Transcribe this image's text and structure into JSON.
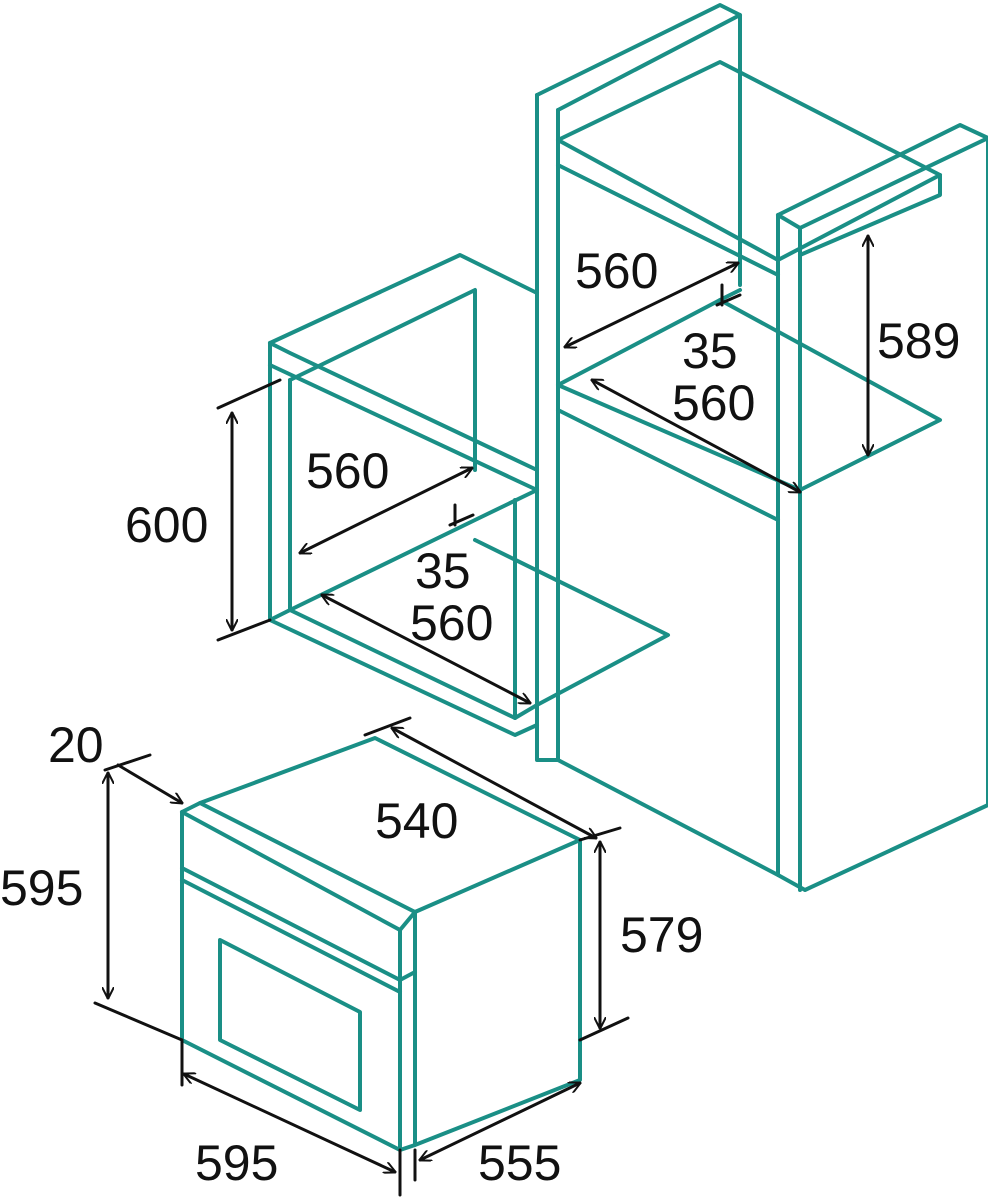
{
  "colors": {
    "outline": "#1a8f86",
    "dimension": "#111111",
    "background": "#ffffff"
  },
  "labels": {
    "tall_depth_top": "560",
    "tall_gap": "35",
    "tall_depth_bottom": "560",
    "tall_height": "589",
    "mid_depth_top": "560",
    "mid_height": "600",
    "mid_gap": "35",
    "mid_depth_bottom": "560",
    "oven_front_offset": "20",
    "oven_depth": "540",
    "oven_height": "595",
    "oven_body_height": "579",
    "oven_width": "595",
    "oven_body_width": "555"
  }
}
